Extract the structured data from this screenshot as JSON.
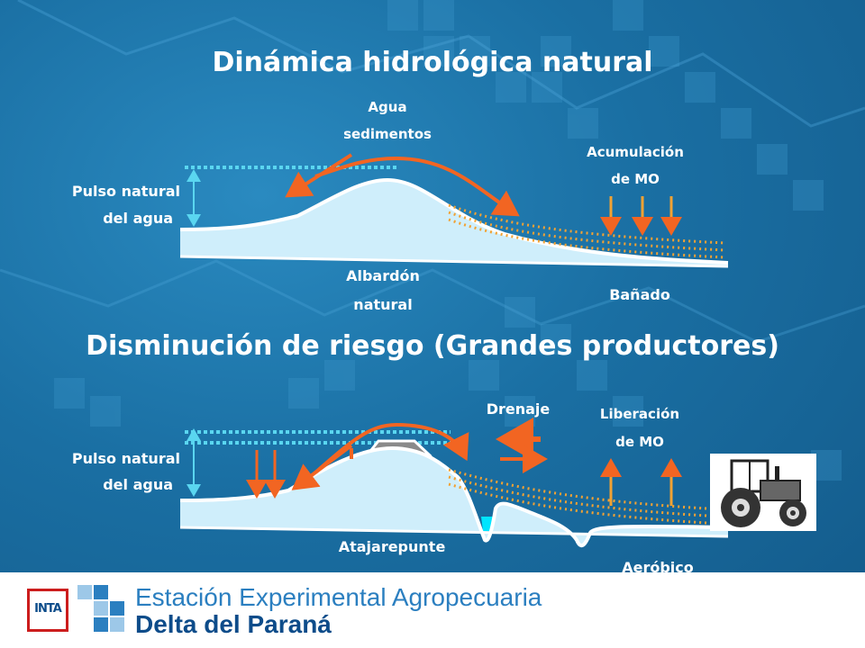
{
  "slide": {
    "title_top": "Dinámica hidrológica natural",
    "title_bottom": "Disminución de riesgo (Grandes productores)"
  },
  "top_diagram": {
    "pulse_label_1": "Pulso natural",
    "pulse_label_2": "del agua",
    "flow_label_1": "Agua",
    "flow_label_2": "sedimentos",
    "accumulation_label_1": "Acumulación",
    "accumulation_label_2": "de MO",
    "levee_label_1": "Albardón",
    "levee_label_2": "natural",
    "marsh_label": "Bañado"
  },
  "bottom_diagram": {
    "pulse_label_1": "Pulso natural",
    "pulse_label_2": "del agua",
    "drainage_label": "Drenaje",
    "release_label_1": "Liberación",
    "release_label_2": "de MO",
    "embankment_label": "Atajarepunte",
    "aerobic_label": "Aeróbico"
  },
  "footer": {
    "logo_text": "INTA",
    "line1": "Estación Experimental Agropecuaria",
    "line2": "Delta del Paraná"
  },
  "colors": {
    "background": "#1a6fa3",
    "water": "#00e5ff",
    "land": "#cfeefb",
    "arrow": "#f26522",
    "dotted_line": "#5ad6f0"
  }
}
